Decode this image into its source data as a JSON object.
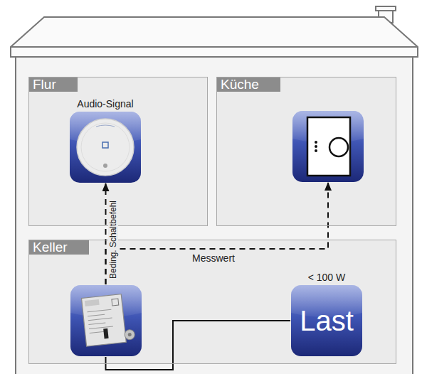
{
  "diagram": {
    "nodes": [
      {
        "text": [
          "Flur"
        ]
      },
      {
        "text": [
          "Audio-Signal"
        ],
        "in": 0
      },
      {
        "text": [
          "Küche"
        ]
      },
      {
        "text": [],
        "in": 2
      },
      {
        "text": [
          "Keller"
        ]
      },
      {
        "text": [],
        "in": 4
      },
      {
        "text": [
          "< 100 W",
          "Last"
        ],
        "in": 4
      }
    ],
    "edges": [
      {
        "from": 5,
        "to": 1,
        "arrow": "to",
        "label": "Beding. Schaltbefehl"
      },
      {
        "from": 5,
        "to": 3,
        "arrow": "to",
        "label": "Messwert"
      },
      {
        "from": 5,
        "to": 6,
        "arrow": "none"
      }
    ]
  }
}
